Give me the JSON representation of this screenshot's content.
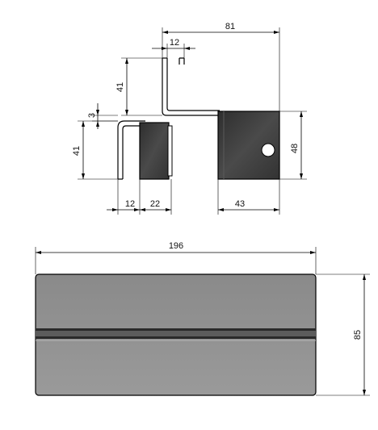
{
  "drawing": {
    "dimensions": {
      "top_width": "81",
      "flange_width": "12",
      "upper_height": "41",
      "offset": "3",
      "left_height": "41",
      "left_flange": "12",
      "left_block_width": "22",
      "right_block_width": "43",
      "right_block_height": "48",
      "overall_length": "196",
      "overall_depth": "85"
    },
    "colors": {
      "block_fill": "#3a3a3a",
      "plate_fill": "#8f8f8f",
      "groove_dark": "#2a2a2a",
      "background": "#ffffff"
    }
  }
}
